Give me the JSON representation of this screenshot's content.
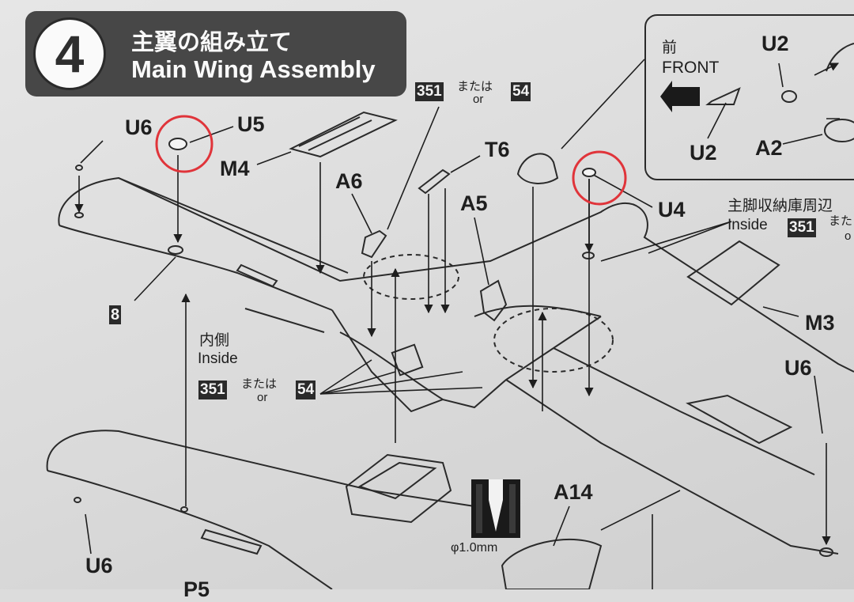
{
  "step": {
    "number": "4",
    "title_jp": "主翼の組み立て",
    "title_en": "Main Wing Assembly"
  },
  "paint_note_top": {
    "color_a": "351",
    "joiner_jp": "または",
    "joiner_en": "or",
    "color_b": "54"
  },
  "paint_note_left": {
    "inside_jp": "内側",
    "inside_en": "Inside",
    "color_a": "351",
    "joiner_jp": "または",
    "joiner_en": "or",
    "color_b": "54"
  },
  "paint_note_right": {
    "title_jp": "主脚収納庫周辺",
    "inside_en": "Inside",
    "color_a": "351",
    "joiner_jp": "また",
    "joiner_en": "o"
  },
  "front_inset": {
    "front_jp": "前",
    "front_en": "FRONT",
    "parts": [
      "U2",
      "U2",
      "A2"
    ]
  },
  "part_labels": [
    "U6",
    "U5",
    "M4",
    "A6",
    "T6",
    "A5",
    "U4",
    "M3",
    "U6",
    "A14",
    "U6",
    "8",
    "P5"
  ],
  "drill_size": "φ1.0mm",
  "annotations": {
    "circle_color": "#e0343a",
    "highlighted_parts": [
      "U5",
      "U4"
    ]
  }
}
